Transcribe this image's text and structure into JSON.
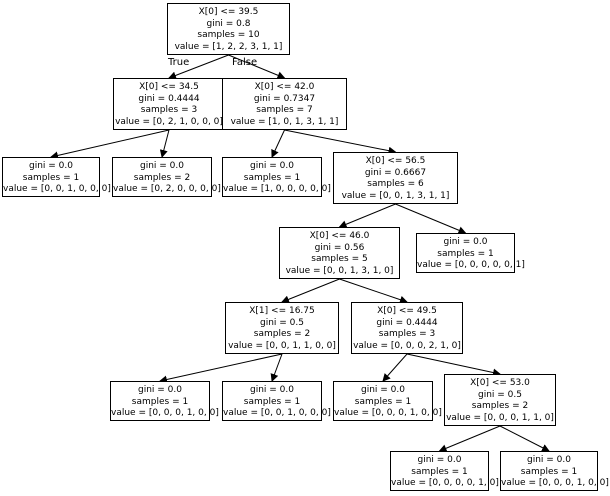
{
  "nodes": {
    "n0": {
      "lines": [
        "X[0] <= 39.5",
        "gini = 0.8",
        "samples = 10",
        "value = [1, 2, 2, 3, 1, 1]"
      ]
    },
    "n1": {
      "lines": [
        "X[0] <= 34.5",
        "gini = 0.4444",
        "samples = 3",
        "value = [0, 2, 1, 0, 0, 0]"
      ]
    },
    "n2": {
      "lines": [
        "X[0] <= 42.0",
        "gini = 0.7347",
        "samples = 7",
        "value = [1, 0, 1, 3, 1, 1]"
      ]
    },
    "n3": {
      "lines": [
        "gini = 0.0",
        "samples = 1",
        "value = [0, 0, 1, 0, 0, 0]"
      ]
    },
    "n4": {
      "lines": [
        "gini = 0.0",
        "samples = 2",
        "value = [0, 2, 0, 0, 0, 0]"
      ]
    },
    "n5": {
      "lines": [
        "gini = 0.0",
        "samples = 1",
        "value = [1, 0, 0, 0, 0, 0]"
      ]
    },
    "n6": {
      "lines": [
        "X[0] <= 56.5",
        "gini = 0.6667",
        "samples = 6",
        "value = [0, 0, 1, 3, 1, 1]"
      ]
    },
    "n7": {
      "lines": [
        "X[0] <= 46.0",
        "gini = 0.56",
        "samples = 5",
        "value = [0, 0, 1, 3, 1, 0]"
      ]
    },
    "n8": {
      "lines": [
        "gini = 0.0",
        "samples = 1",
        "value = [0, 0, 0, 0, 0, 1]"
      ]
    },
    "n9": {
      "lines": [
        "X[1] <= 16.75",
        "gini = 0.5",
        "samples = 2",
        "value = [0, 0, 1, 1, 0, 0]"
      ]
    },
    "n10": {
      "lines": [
        "X[0] <= 49.5",
        "gini = 0.4444",
        "samples = 3",
        "value = [0, 0, 0, 2, 1, 0]"
      ]
    },
    "n11": {
      "lines": [
        "gini = 0.0",
        "samples = 1",
        "value = [0, 0, 0, 1, 0, 0]"
      ]
    },
    "n12": {
      "lines": [
        "gini = 0.0",
        "samples = 1",
        "value = [0, 0, 1, 0, 0, 0]"
      ]
    },
    "n13": {
      "lines": [
        "gini = 0.0",
        "samples = 1",
        "value = [0, 0, 0, 1, 0, 0]"
      ]
    },
    "n14": {
      "lines": [
        "X[0] <= 53.0",
        "gini = 0.5",
        "samples = 2",
        "value = [0, 0, 0, 1, 1, 0]"
      ]
    },
    "n15": {
      "lines": [
        "gini = 0.0",
        "samples = 1",
        "value = [0, 0, 0, 0, 1, 0]"
      ]
    },
    "n16": {
      "lines": [
        "gini = 0.0",
        "samples = 1",
        "value = [0, 0, 0, 1, 0, 0]"
      ]
    }
  },
  "edges": [
    [
      "n0",
      "n1"
    ],
    [
      "n0",
      "n2"
    ],
    [
      "n1",
      "n3"
    ],
    [
      "n1",
      "n4"
    ],
    [
      "n2",
      "n5"
    ],
    [
      "n2",
      "n6"
    ],
    [
      "n6",
      "n7"
    ],
    [
      "n6",
      "n8"
    ],
    [
      "n7",
      "n9"
    ],
    [
      "n7",
      "n10"
    ],
    [
      "n9",
      "n11"
    ],
    [
      "n9",
      "n12"
    ],
    [
      "n10",
      "n13"
    ],
    [
      "n10",
      "n14"
    ],
    [
      "n14",
      "n15"
    ],
    [
      "n14",
      "n16"
    ]
  ],
  "edge_labels": {
    "true": "True",
    "false": "False"
  }
}
